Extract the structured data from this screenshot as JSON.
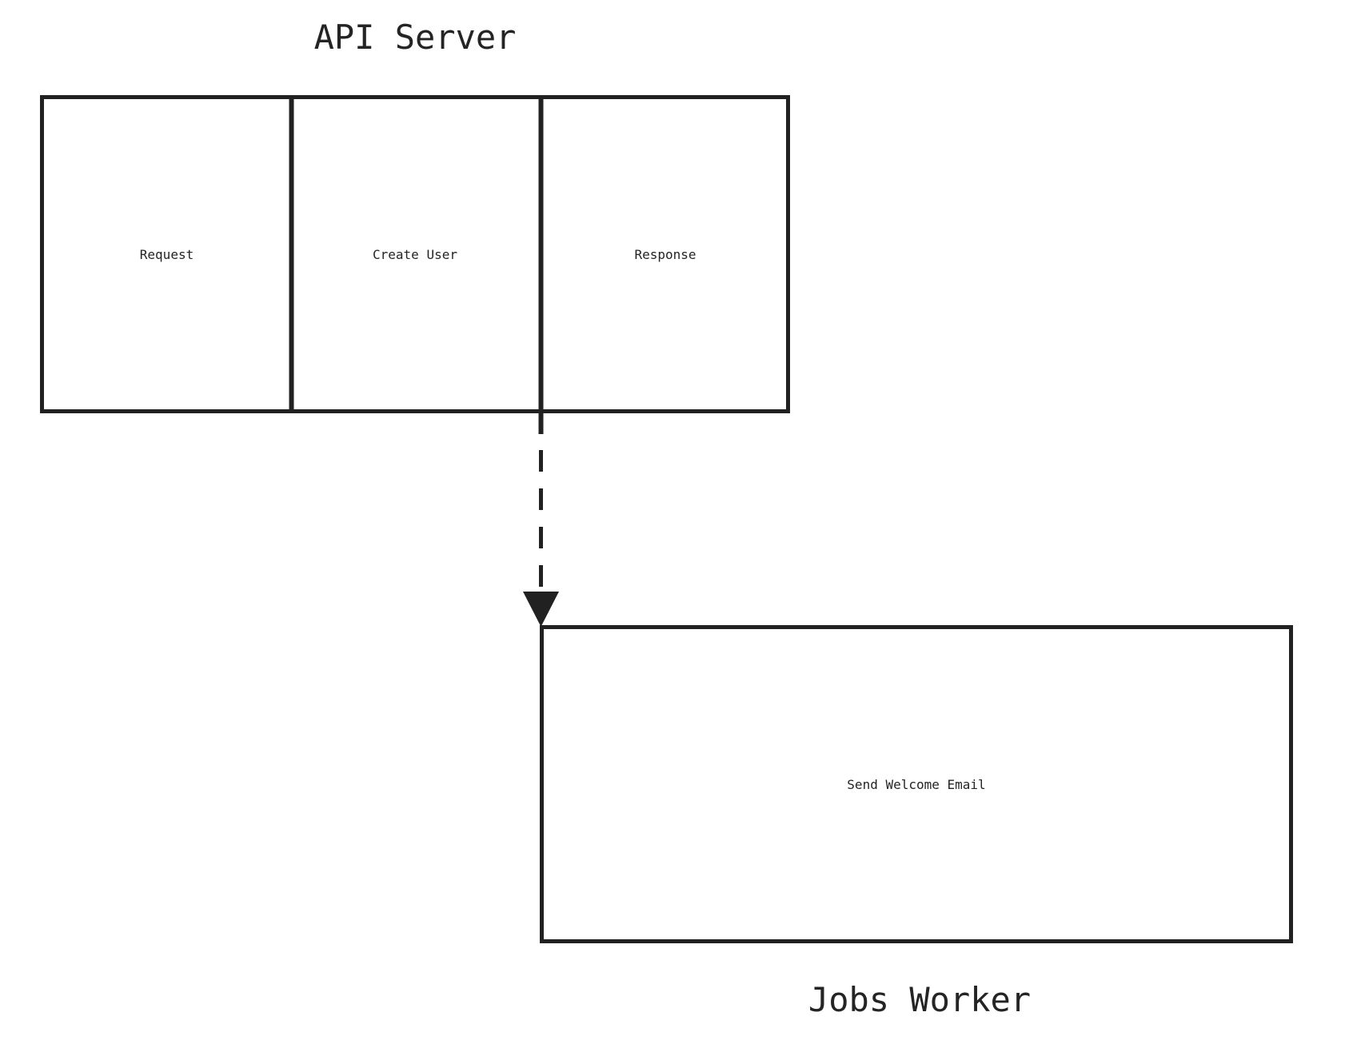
{
  "api_server": {
    "title": "API Server",
    "steps": [
      {
        "label": "Request"
      },
      {
        "label": "Create User"
      },
      {
        "label": "Response"
      }
    ]
  },
  "jobs_worker": {
    "title": "Jobs Worker",
    "jobs": [
      {
        "label": "Send Welcome Email"
      }
    ]
  },
  "connector": {
    "type": "dashed-arrow",
    "from": "Create User",
    "to": "Send Welcome Email"
  },
  "colors": {
    "stroke": "#212121",
    "text": "#242424",
    "background": "#ffffff"
  }
}
